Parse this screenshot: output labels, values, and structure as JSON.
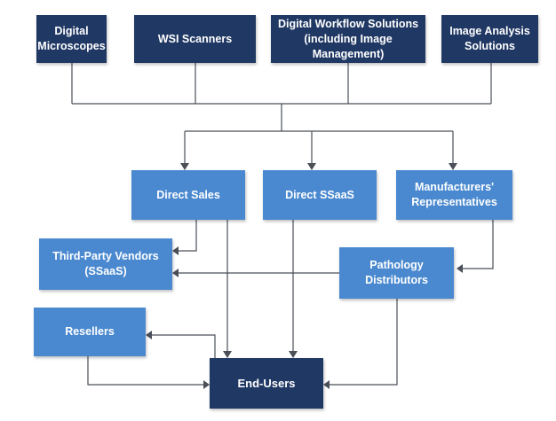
{
  "colors": {
    "dark_box": "#203864",
    "light_box": "#4a89cf",
    "connector": "#4a4f58",
    "text": "#ffffff"
  },
  "top_tier": {
    "digital_microscopes": "Digital\nMicroscopes",
    "wsi_scanners": "WSI Scanners",
    "digital_workflow": "Digital Workflow Solutions\n(including Image Management)",
    "image_analysis": "Image Analysis\nSolutions"
  },
  "channels": {
    "direct_sales": "Direct Sales",
    "direct_ssaas": "Direct SSaaS",
    "manufacturers_reps": "Manufacturers'\nRepresentatives",
    "third_party_vendors": "Third-Party Vendors\n(SSaaS)",
    "pathology_distributors": "Pathology Distributors",
    "resellers": "Resellers"
  },
  "end_users": "End-Users"
}
